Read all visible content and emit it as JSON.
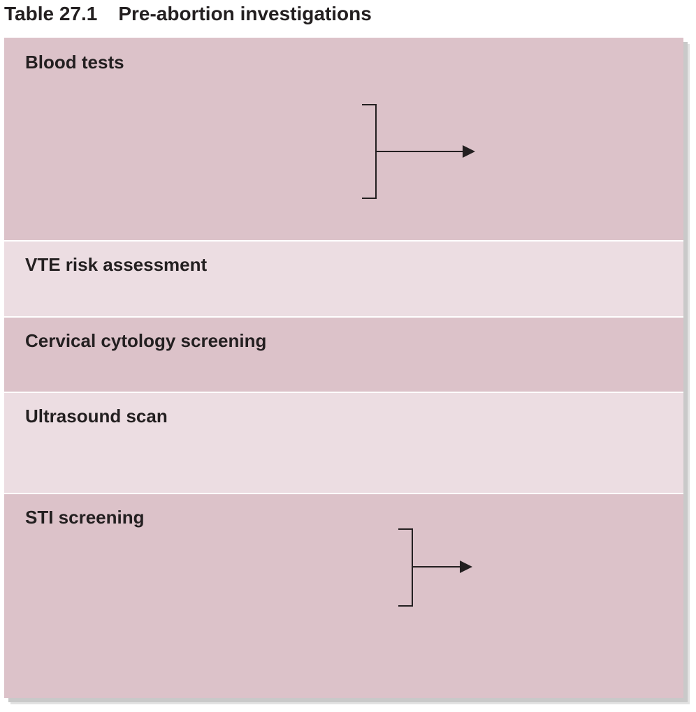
{
  "table": {
    "number": "Table 27.1",
    "title": "Pre-abortion investigations"
  },
  "rows": [
    {
      "label": "Blood tests",
      "shade": "dark",
      "has_bracket_arrow": true
    },
    {
      "label": "VTE risk assessment",
      "shade": "light",
      "has_bracket_arrow": false
    },
    {
      "label": "Cervical cytology screening",
      "shade": "dark",
      "has_bracket_arrow": false
    },
    {
      "label": "Ultrasound scan",
      "shade": "light",
      "has_bracket_arrow": false
    },
    {
      "label": "STI screening",
      "shade": "dark",
      "has_bracket_arrow": true
    }
  ],
  "colors": {
    "row_dark": "#dcc2c9",
    "row_light": "#ecdde2",
    "text": "#231f20"
  }
}
